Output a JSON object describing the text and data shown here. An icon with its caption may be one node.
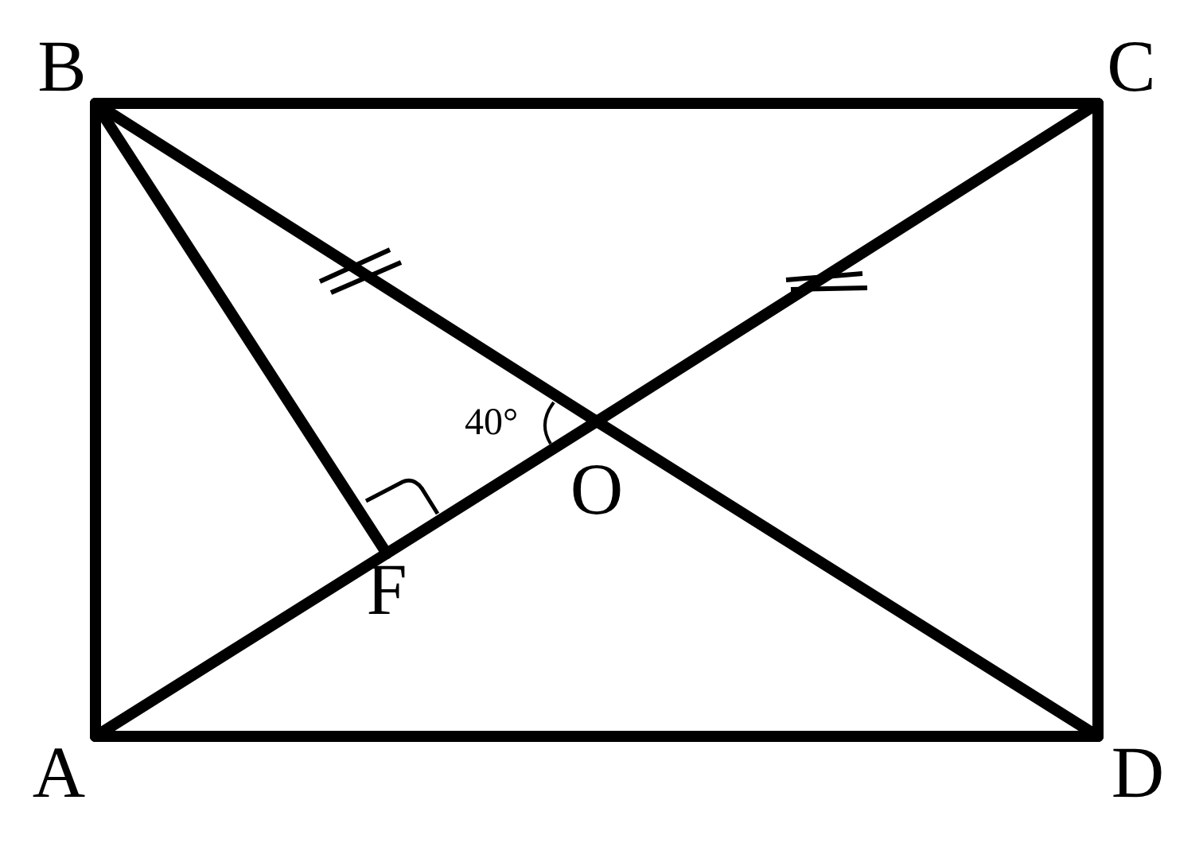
{
  "diagram": {
    "nodes": [
      {
        "text": [
          "B"
        ]
      },
      {
        "text": [
          "C"
        ]
      },
      {
        "text": [
          "O"
        ]
      },
      {
        "text": [
          "F"
        ]
      },
      {
        "text": [
          "A"
        ]
      },
      {
        "text": [
          "D"
        ]
      }
    ],
    "edges": [
      {
        "from": 0,
        "to": 1,
        "arrow": "none"
      },
      {
        "from": 1,
        "to": 5,
        "arrow": "none"
      },
      {
        "from": 5,
        "to": 4,
        "arrow": "none"
      },
      {
        "from": 4,
        "to": 0,
        "arrow": "none"
      },
      {
        "from": 0,
        "to": 2,
        "arrow": "none"
      },
      {
        "from": 2,
        "to": 5,
        "arrow": "none"
      },
      {
        "from": 4,
        "to": 3,
        "arrow": "none"
      },
      {
        "from": 3,
        "to": 2,
        "arrow": "none"
      },
      {
        "from": 2,
        "to": 1,
        "arrow": "none"
      },
      {
        "from": 0,
        "to": 3,
        "arrow": "none"
      }
    ],
    "labels": [
      "40°"
    ]
  }
}
